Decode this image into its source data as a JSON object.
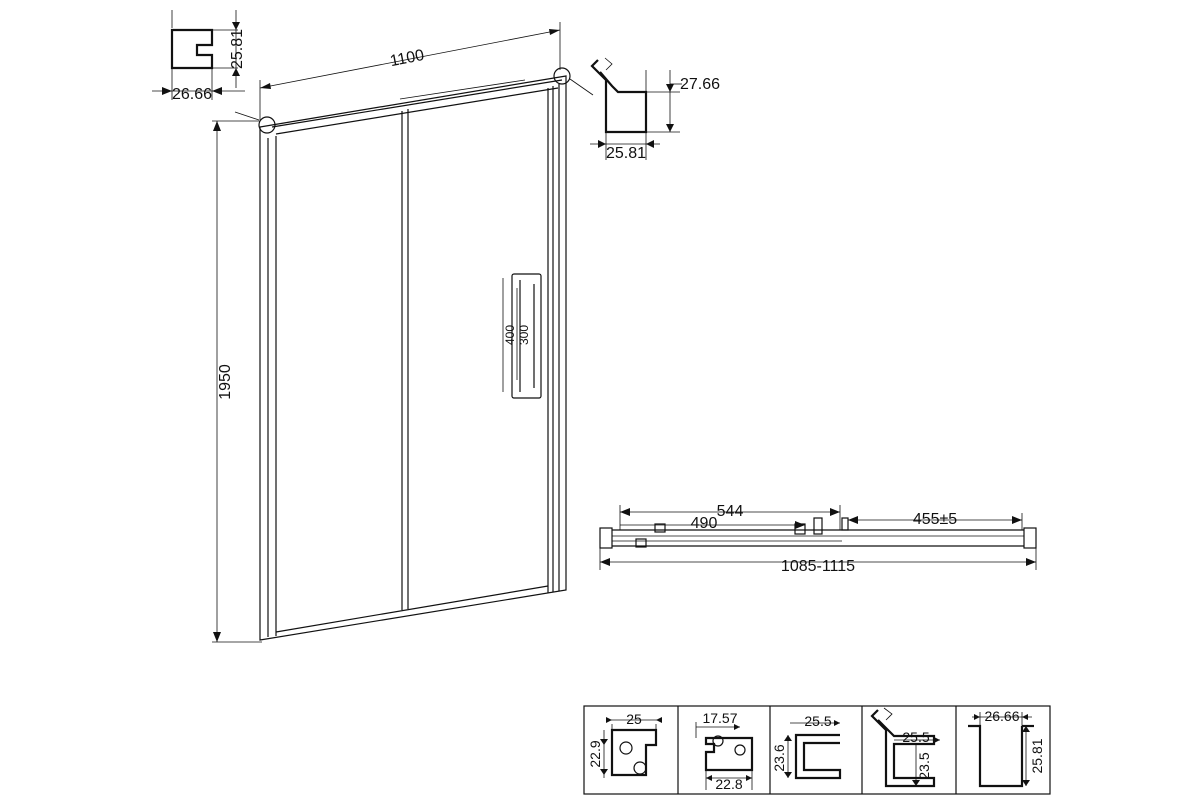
{
  "front_view": {
    "width_label": "1100",
    "height_label": "1950",
    "handle_outer_label": "400",
    "handle_inner_label": "300"
  },
  "top_left_detail": {
    "height_label": "25.81",
    "width_label": "26.66"
  },
  "top_right_detail": {
    "height_label": "27.66",
    "width_label": "25.81"
  },
  "plan_view": {
    "panel_label": "544",
    "inner_label": "490",
    "gap_label": "455±5",
    "range_label": "1085-1115"
  },
  "profiles": [
    {
      "top_label": "25",
      "side_label": "22.9"
    },
    {
      "top_label": "17.57",
      "bottom_label": "22.8"
    },
    {
      "top_label": "25.5",
      "side_label": "23.6"
    },
    {
      "top_label": "25.5",
      "side_label": "23.5"
    },
    {
      "top_label": "26.66",
      "side_label": "25.81"
    }
  ]
}
